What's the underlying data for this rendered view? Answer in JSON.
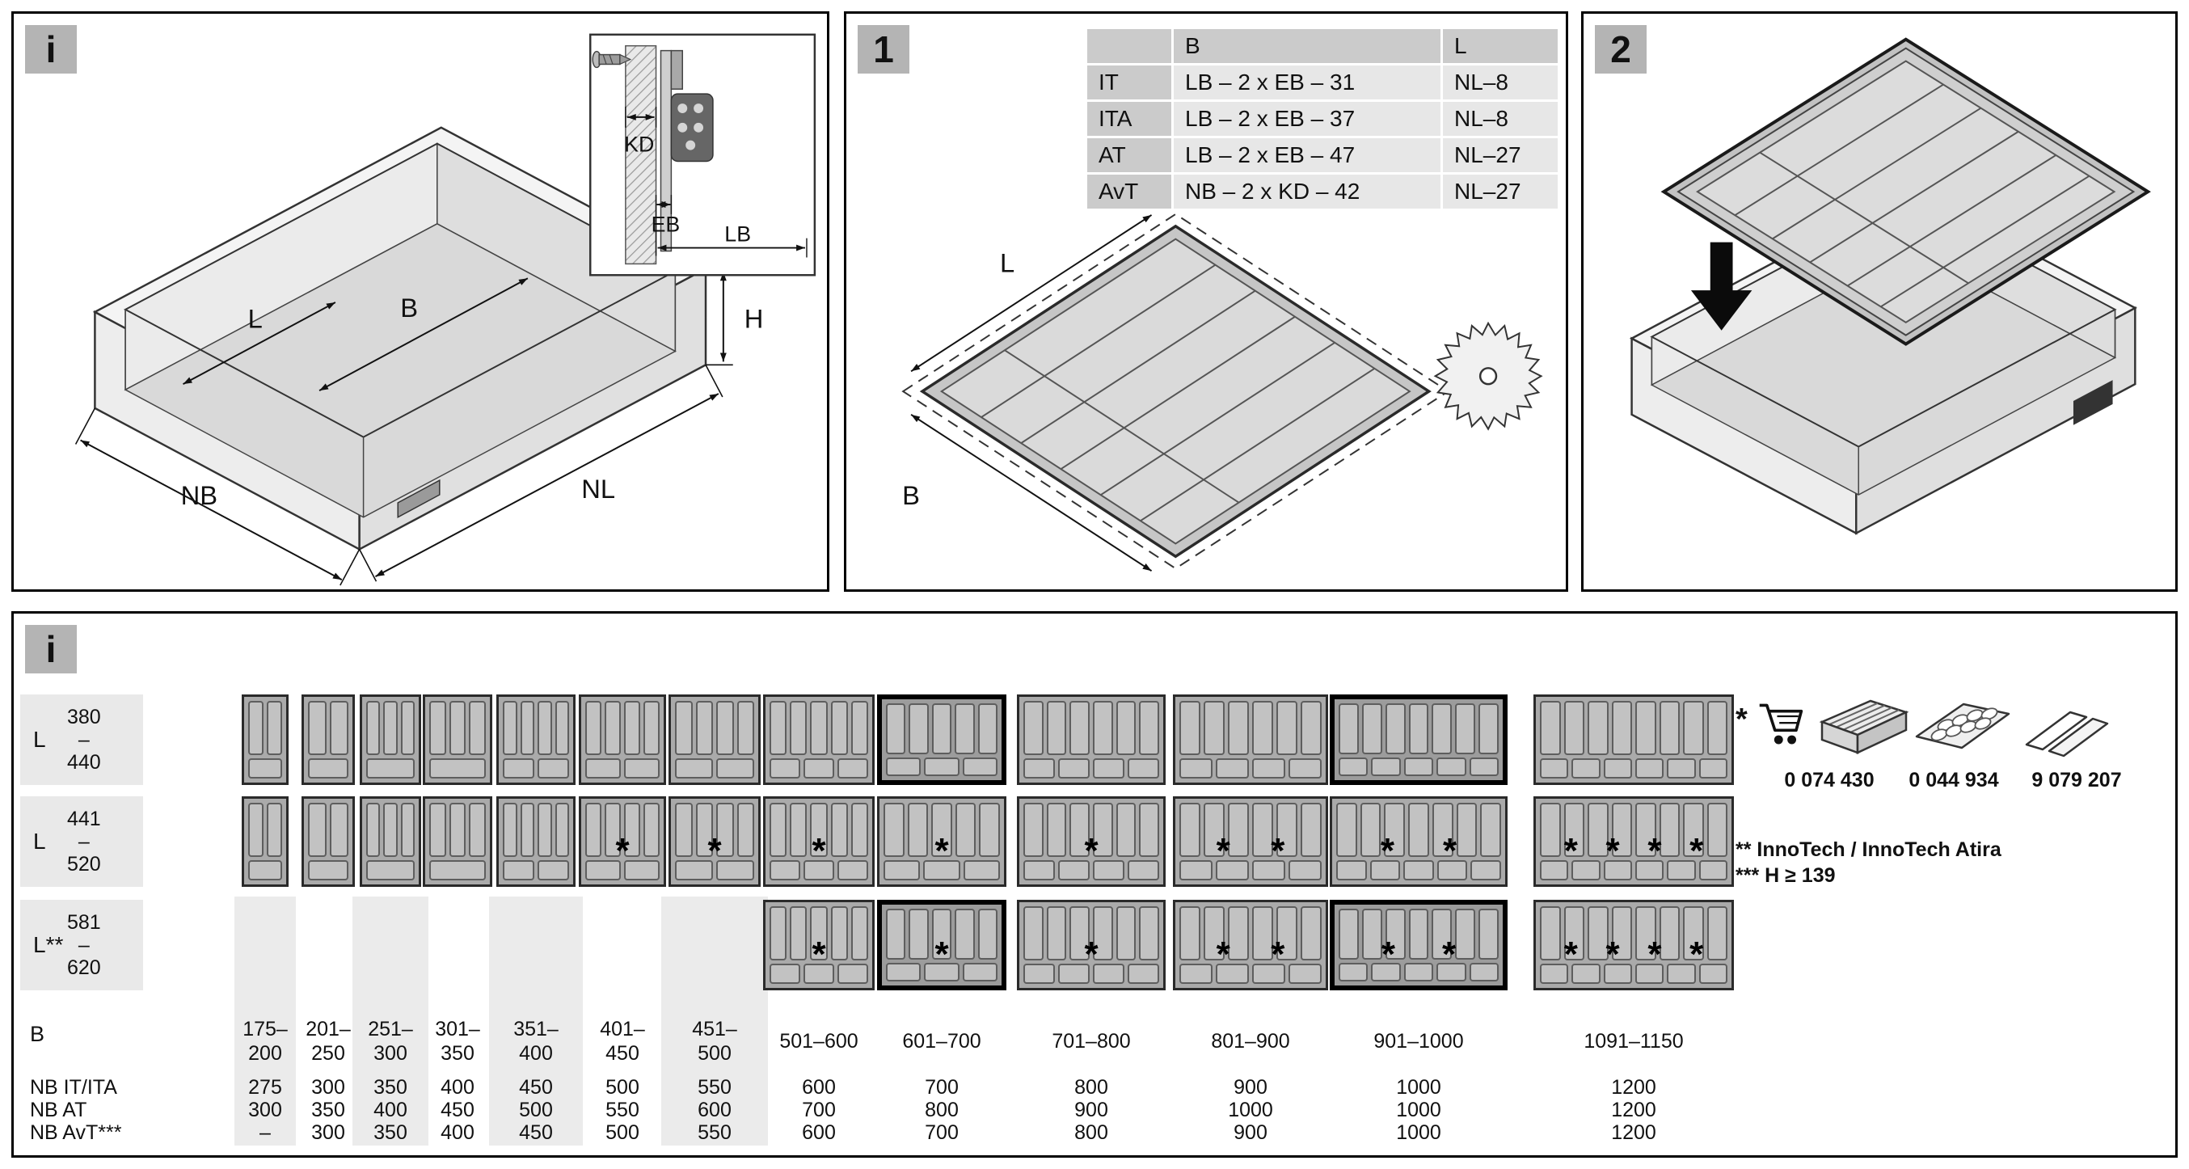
{
  "panels": {
    "info": {
      "badge": "i",
      "labels": {
        "length": "L",
        "width": "B",
        "height": "H",
        "nb": "NB",
        "nl": "NL"
      },
      "inset": {
        "kd": "KD",
        "eb": "EB",
        "lb": "LB"
      }
    },
    "step1": {
      "badge": "1",
      "table": {
        "col_b": "B",
        "col_l": "L",
        "rows": [
          {
            "name": "IT",
            "b": "LB – 2 x EB – 31",
            "l": "NL–8"
          },
          {
            "name": "ITA",
            "b": "LB – 2 x EB – 37",
            "l": "NL–8"
          },
          {
            "name": "AT",
            "b": "LB – 2 x EB – 47",
            "l": "NL–27"
          },
          {
            "name": "AvT",
            "b": "NB – 2 x KD – 42",
            "l": "NL–27"
          }
        ]
      },
      "labels": {
        "length": "L",
        "width": "B"
      }
    },
    "step2": {
      "badge": "2"
    }
  },
  "matrix": {
    "badge": "i",
    "row_groups": [
      {
        "label": "L",
        "range": [
          "380",
          "–",
          "440"
        ]
      },
      {
        "label": "L",
        "range": [
          "441",
          "–",
          "520"
        ]
      },
      {
        "label": "L**",
        "range": [
          "581",
          "–",
          "620"
        ]
      }
    ],
    "b_label": "B",
    "nb_labels": [
      "NB IT/ITA",
      "NB AT",
      "NB AvT***"
    ],
    "columns": [
      {
        "b1": "175–",
        "b2": "200",
        "nb": [
          "275",
          "300",
          "–"
        ],
        "slots": 2,
        "rows": [
          {
            "show": true,
            "stars": 0,
            "hl": false
          },
          {
            "show": true,
            "stars": 0,
            "hl": false
          },
          {
            "show": false,
            "stars": 0,
            "hl": false
          }
        ]
      },
      {
        "b1": "201–",
        "b2": "250",
        "nb": [
          "300",
          "350",
          "300"
        ],
        "slots": 2,
        "rows": [
          {
            "show": true,
            "stars": 0,
            "hl": false
          },
          {
            "show": true,
            "stars": 0,
            "hl": false
          },
          {
            "show": false,
            "stars": 0,
            "hl": false
          }
        ]
      },
      {
        "b1": "251–",
        "b2": "300",
        "nb": [
          "350",
          "400",
          "350"
        ],
        "slots": 3,
        "rows": [
          {
            "show": true,
            "stars": 0,
            "hl": false
          },
          {
            "show": true,
            "stars": 0,
            "hl": false
          },
          {
            "show": false,
            "stars": 0,
            "hl": false
          }
        ]
      },
      {
        "b1": "301–",
        "b2": "350",
        "nb": [
          "400",
          "450",
          "400"
        ],
        "slots": 3,
        "rows": [
          {
            "show": true,
            "stars": 0,
            "hl": false
          },
          {
            "show": true,
            "stars": 0,
            "hl": false
          },
          {
            "show": false,
            "stars": 0,
            "hl": false
          }
        ]
      },
      {
        "b1": "351–",
        "b2": "400",
        "nb": [
          "450",
          "500",
          "450"
        ],
        "slots": 4,
        "rows": [
          {
            "show": true,
            "stars": 0,
            "hl": false
          },
          {
            "show": true,
            "stars": 0,
            "hl": false
          },
          {
            "show": false,
            "stars": 0,
            "hl": false
          }
        ]
      },
      {
        "b1": "401–",
        "b2": "450",
        "nb": [
          "500",
          "550",
          "500"
        ],
        "slots": 4,
        "rows": [
          {
            "show": true,
            "stars": 0,
            "hl": false
          },
          {
            "show": true,
            "stars": 1,
            "hl": false
          },
          {
            "show": false,
            "stars": 0,
            "hl": false
          }
        ]
      },
      {
        "b1": "451–",
        "b2": "500",
        "nb": [
          "550",
          "600",
          "550"
        ],
        "slots": 4,
        "rows": [
          {
            "show": true,
            "stars": 0,
            "hl": false
          },
          {
            "show": true,
            "stars": 1,
            "hl": false
          },
          {
            "show": false,
            "stars": 0,
            "hl": false
          }
        ]
      },
      {
        "b1": "501–600",
        "b2": "",
        "nb": [
          "600",
          "700",
          "600"
        ],
        "slots": 5,
        "rows": [
          {
            "show": true,
            "stars": 0,
            "hl": false
          },
          {
            "show": true,
            "stars": 1,
            "hl": false
          },
          {
            "show": true,
            "stars": 1,
            "hl": false
          }
        ]
      },
      {
        "b1": "601–700",
        "b2": "",
        "nb": [
          "700",
          "800",
          "700"
        ],
        "slots": 5,
        "rows": [
          {
            "show": true,
            "stars": 0,
            "hl": true
          },
          {
            "show": true,
            "stars": 1,
            "hl": false
          },
          {
            "show": true,
            "stars": 1,
            "hl": true
          }
        ]
      },
      {
        "b1": "701–800",
        "b2": "",
        "nb": [
          "800",
          "900",
          "800"
        ],
        "slots": 6,
        "rows": [
          {
            "show": true,
            "stars": 0,
            "hl": false
          },
          {
            "show": true,
            "stars": 1,
            "hl": false
          },
          {
            "show": true,
            "stars": 1,
            "hl": false
          }
        ]
      },
      {
        "b1": "801–900",
        "b2": "",
        "nb": [
          "900",
          "1000",
          "900"
        ],
        "slots": 6,
        "rows": [
          {
            "show": true,
            "stars": 0,
            "hl": false
          },
          {
            "show": true,
            "stars": 2,
            "hl": false
          },
          {
            "show": true,
            "stars": 2,
            "hl": false
          }
        ]
      },
      {
        "b1": "901–1000",
        "b2": "",
        "nb": [
          "1000",
          "1000",
          "1000"
        ],
        "slots": 7,
        "rows": [
          {
            "show": true,
            "stars": 0,
            "hl": true
          },
          {
            "show": true,
            "stars": 2,
            "hl": false
          },
          {
            "show": true,
            "stars": 2,
            "hl": true
          }
        ]
      },
      {
        "b1": "1091–1150",
        "b2": "",
        "nb": [
          "1200",
          "1200",
          "1200"
        ],
        "slots": 8,
        "rows": [
          {
            "show": true,
            "stars": 0,
            "hl": false
          },
          {
            "show": true,
            "stars": 4,
            "hl": false
          },
          {
            "show": true,
            "stars": 4,
            "hl": false
          }
        ]
      }
    ],
    "legend": {
      "star": "*",
      "codes": [
        "0 074 430",
        "0 044 934",
        "9 079 207"
      ],
      "note2_prefix": "**",
      "note2": "InnoTech  / InnoTech Atira",
      "note3_prefix": "***",
      "note3": "H ≥ 139"
    }
  }
}
